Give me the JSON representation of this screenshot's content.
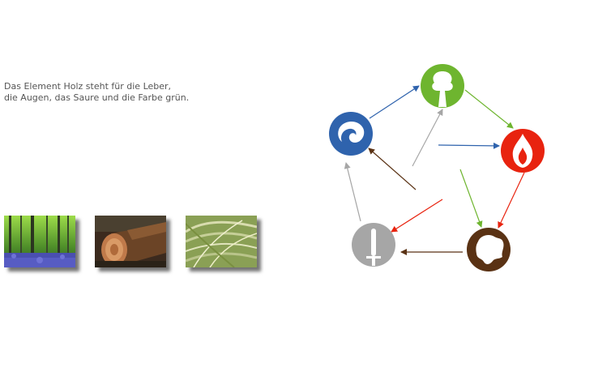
{
  "description": "Das Element Holz steht für die Leber,\ndie Augen, das Saure und die Farbe grün.",
  "thumbnails": [
    {
      "name": "forest-bluebells-photo"
    },
    {
      "name": "cut-log-photo"
    },
    {
      "name": "grass-photo"
    }
  ],
  "elements": [
    {
      "name": "wood-element-icon",
      "color": "#6eb52f"
    },
    {
      "name": "fire-element-icon",
      "color": "#e8230f"
    },
    {
      "name": "earth-element-icon",
      "color": "#5a3214"
    },
    {
      "name": "metal-element-icon",
      "color": "#a6a6a6"
    },
    {
      "name": "water-element-icon",
      "color": "#2f63ad"
    }
  ],
  "arrow_colors": {
    "generating_wood": "#6eb52f",
    "generating_fire": "#e8230f",
    "generating_earth": "#5a3214",
    "generating_metal": "#a6a6a6",
    "generating_water": "#2f63ad"
  }
}
